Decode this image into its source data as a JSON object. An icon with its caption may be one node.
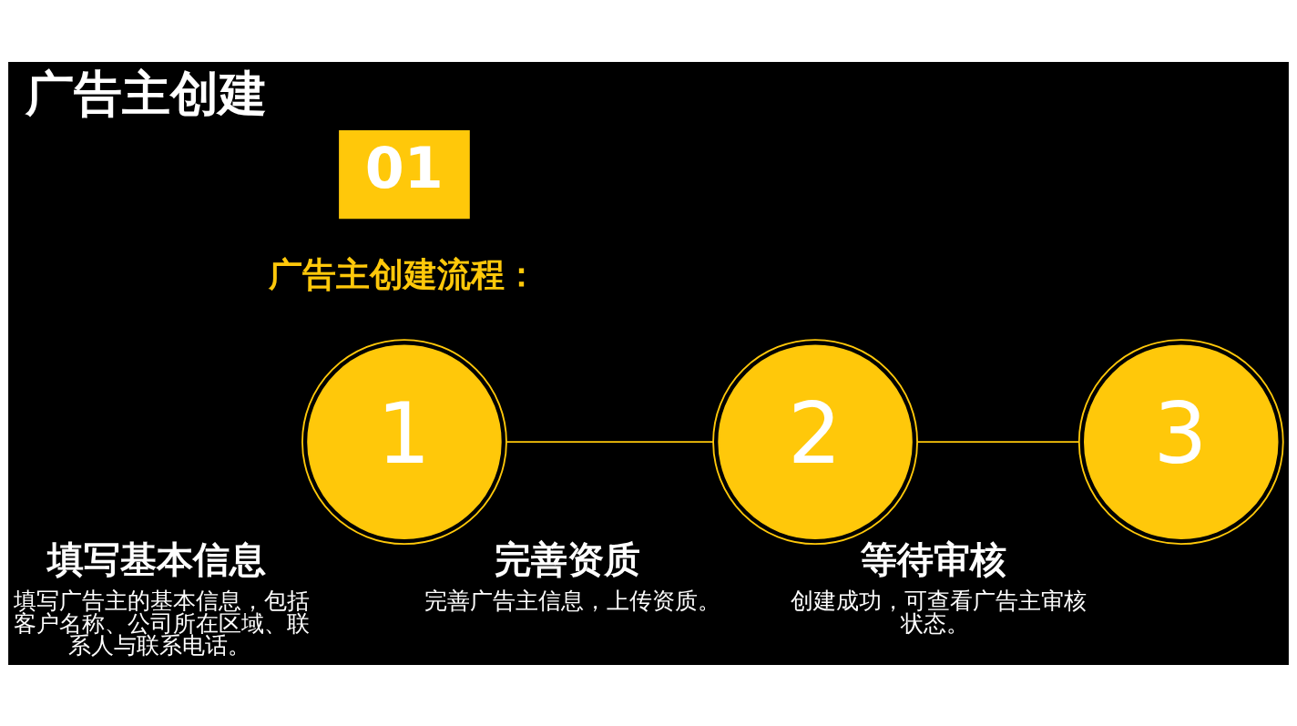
{
  "diagram": {
    "title": "广告主创建",
    "nodes": [
      {
        "text": [
          "01"
        ]
      },
      {
        "text": [
          "1",
          "填写基本信息"
        ],
        "beside": [
          "填写广告主的基本信息，包括客户名称、公司所在区域、联系人与联系电话。"
        ]
      },
      {
        "text": [
          "2",
          "完善资质"
        ],
        "beside": [
          "完善广告主信息，上传资质。"
        ]
      },
      {
        "text": [
          "3",
          "等待审核"
        ],
        "beside": [
          "创建成功，可查看广告主审核状态。"
        ]
      }
    ],
    "edges": [
      {
        "from": 1,
        "to": 2,
        "arrow": "none"
      },
      {
        "from": 2,
        "to": 3,
        "arrow": "none"
      }
    ],
    "labels": [
      "广告主创建流程："
    ]
  }
}
